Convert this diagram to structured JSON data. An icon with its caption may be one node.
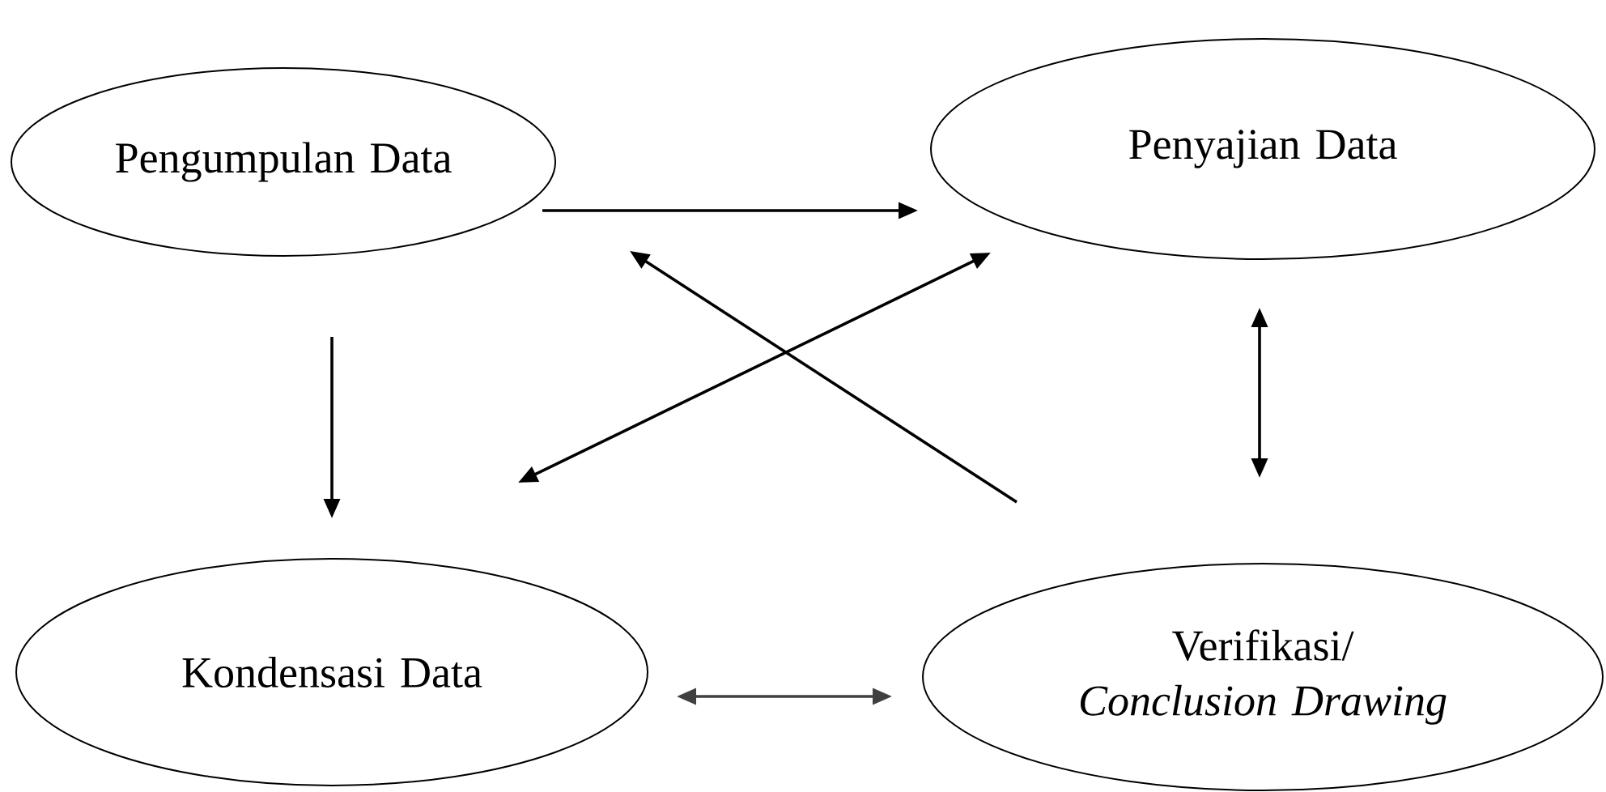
{
  "diagram": {
    "nodes": [
      {
        "text": [
          "Pengumpulan Data"
        ]
      },
      {
        "text": [
          "Penyajian Data"
        ]
      },
      {
        "text": [
          "Kondensasi Data"
        ]
      },
      {
        "text": [
          "Verifikasi/ *Conclusion Drawing*"
        ]
      }
    ],
    "edges": [
      {
        "from": 0,
        "to": 1,
        "arrow": "to"
      },
      {
        "from": 0,
        "to": 2,
        "arrow": "to"
      },
      {
        "from": 3,
        "to": 0,
        "arrow": "to"
      },
      {
        "from": 2,
        "to": 1,
        "arrow": "both"
      },
      {
        "from": 1,
        "to": 3,
        "arrow": "both"
      },
      {
        "from": 2,
        "to": 3,
        "arrow": "both",
        "color": "#404040"
      }
    ]
  }
}
